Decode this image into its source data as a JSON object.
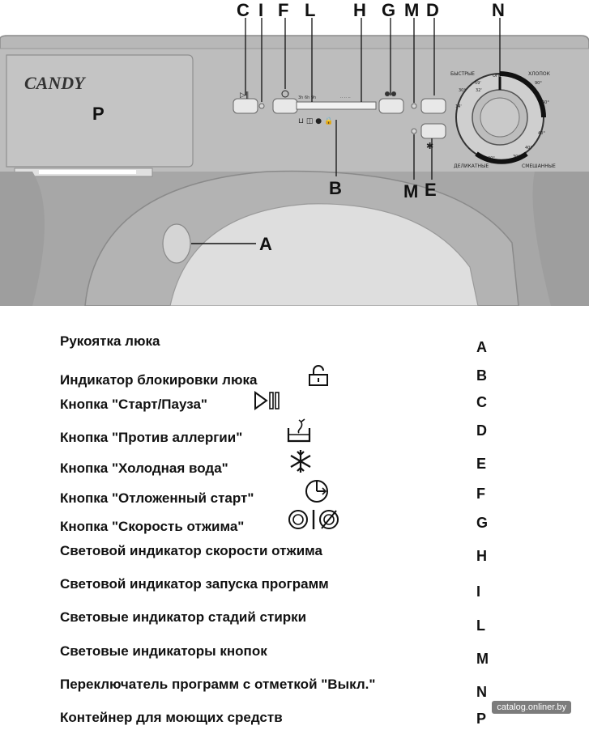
{
  "diagram": {
    "brand_logo": "CANDY",
    "callouts": {
      "C": "C",
      "I": "I",
      "F": "F",
      "L": "L",
      "H": "H",
      "G": "G",
      "M_top": "M",
      "D": "D",
      "N": "N",
      "P": "P",
      "B": "B",
      "M_bottom": "M",
      "E": "E",
      "A": "A"
    },
    "dial_labels": {
      "fast": "БЫСТРЫЕ",
      "cotton": "ХЛОПОК",
      "delicate": "ДЕЛИКАТНЫЕ",
      "mixed": "СМЕШАННЫЕ",
      "off": "OFF",
      "t90": "90°",
      "t60": "60°",
      "t40": "40°",
      "t30": "30°",
      "t14": "14'",
      "t59": "59'",
      "t32": "32'",
      "t20": "20°",
      "mix40": "40°",
      "mix30": "30°"
    },
    "icons": [
      "play-pause-icon",
      "delay-start-icon",
      "allergy-icon",
      "snowflake-icon",
      "spin-speed-icon",
      "lock-icon"
    ]
  },
  "legend": [
    {
      "text": "Рукоятка люка",
      "letter": "A",
      "icon": ""
    },
    {
      "text": "Индикатор блокировки люка",
      "letter": "B",
      "icon": "lock-icon"
    },
    {
      "text": "Кнопка \"Старт/Пауза\"",
      "letter": "C",
      "icon": "play-pause-icon"
    },
    {
      "text": "Кнопка \"Против аллергии\"",
      "letter": "D",
      "icon": "allergy-icon"
    },
    {
      "text": "Кнопка \"Холодная вода\"",
      "letter": "E",
      "icon": "snowflake-icon"
    },
    {
      "text": "Кнопка \"Отложенный старт\"",
      "letter": "F",
      "icon": "delay-start-icon"
    },
    {
      "text": "Кнопка \"Скорость отжима\"",
      "letter": "G",
      "icon": "spin-speed-icon"
    },
    {
      "text": "Световой индикатор скорости отжима",
      "letter": "H",
      "icon": ""
    },
    {
      "text": "Световой индикатор запуска программ",
      "letter": "I",
      "icon": ""
    },
    {
      "text": "Световые индикатор стадий стирки",
      "letter": "L",
      "icon": ""
    },
    {
      "text": "Световые индикаторы кнопок",
      "letter": "M",
      "icon": ""
    },
    {
      "text": "Переключатель программ с отметкой  \"Выкл.\"",
      "letter": "N",
      "icon": ""
    },
    {
      "text": "Контейнер для моющих средств",
      "letter": "P",
      "icon": ""
    }
  ],
  "watermark": "catalog.onliner.by"
}
